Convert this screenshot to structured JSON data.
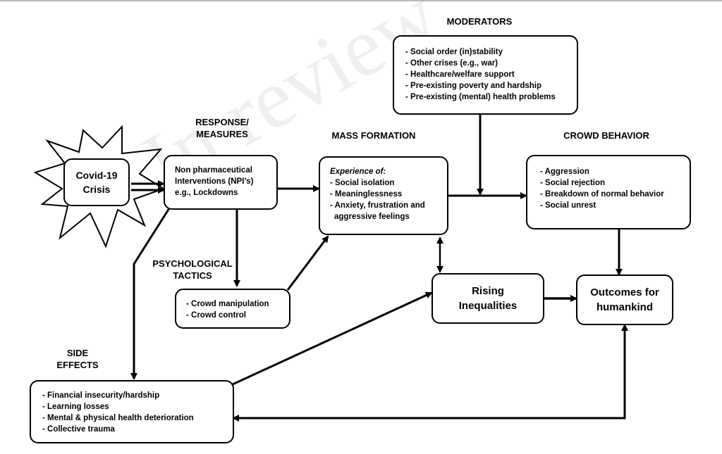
{
  "headers": {
    "moderators": "MODERATORS",
    "response_1": "RESPONSE/",
    "response_2": "MEASURES",
    "mass_formation": "MASS FORMATION",
    "crowd_behavior": "CROWD BEHAVIOR",
    "psych_1": "PSYCHOLOGICAL",
    "psych_2": "TACTICS",
    "side_1": "SIDE",
    "side_2": "EFFECTS"
  },
  "covid": {
    "line1": "Covid-19",
    "line2": "Crisis"
  },
  "npi": {
    "line1": "Non pharmaceutical",
    "line2": "Interventions (NPI’s)",
    "line3": "e.g., Lockdowns"
  },
  "mass": {
    "intro": "Experience of:",
    "items": [
      "- Social isolation",
      "- Meaninglessness",
      "- Anxiety, frustration and",
      "  aggressive feelings"
    ]
  },
  "moderators": {
    "items": [
      "- Social order (in)stability",
      "- Other crises (e.g., war)",
      "- Healthcare/welfare support",
      "- Pre-existing poverty and hardship",
      "- Pre-existing (mental) health problems"
    ]
  },
  "crowd": {
    "items": [
      "- Aggression",
      "- Social rejection",
      "- Breakdown of normal behavior",
      "- Social unrest"
    ]
  },
  "tactics": {
    "items": [
      "- Crowd manipulation",
      "- Crowd control"
    ]
  },
  "inequalities": {
    "line1": "Rising",
    "line2": "Inequalities"
  },
  "outcomes": {
    "line1": "Outcomes for",
    "line2": "humankind"
  },
  "side": {
    "items": [
      "- Financial insecurity/hardship",
      "- Learning losses",
      "- Mental & physical health deterioration",
      "- Collective trauma"
    ]
  },
  "watermark": "In review"
}
